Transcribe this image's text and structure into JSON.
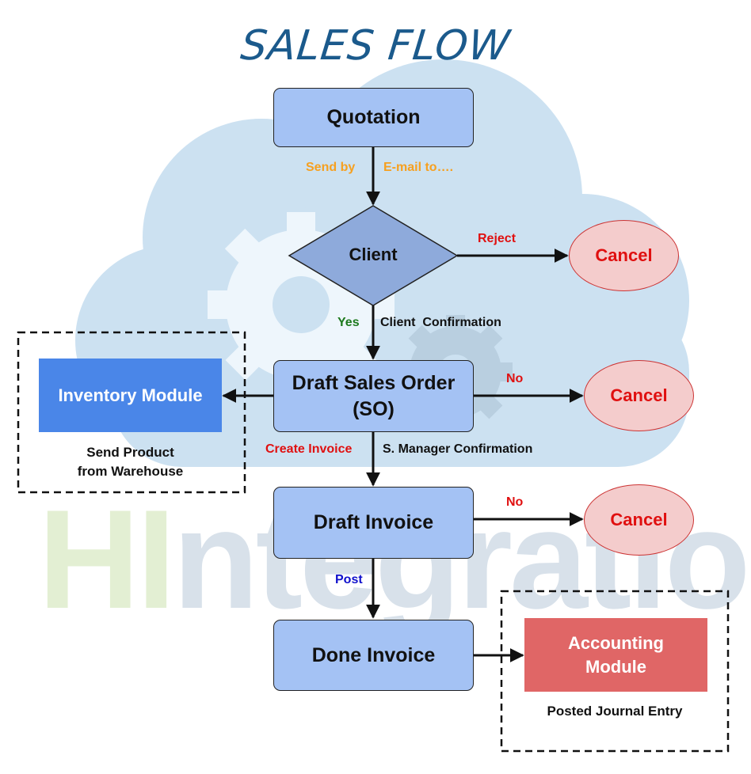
{
  "title": "SALES FLOW",
  "watermark": {
    "part1": "HI",
    "part2": "ntegration"
  },
  "nodes": {
    "quotation": "Quotation",
    "client": "Client",
    "draft_so": "Draft Sales Order (SO)",
    "draft_invoice": "Draft Invoice",
    "done_invoice": "Done Invoice",
    "cancel": "Cancel",
    "inventory_module": "Inventory Module",
    "accounting_module": "Accounting Module"
  },
  "labels": {
    "send_by": "Send by",
    "email_to": "E-mail to….",
    "reject": "Reject",
    "yes": "Yes",
    "client_confirmation": "Client  Confirmation",
    "no": "No",
    "create_invoice": "Create Invoice",
    "manager_confirmation": "S. Manager Confirmation",
    "post": "Post"
  },
  "notes": {
    "send_product": "Send Product",
    "from_warehouse": "from Warehouse",
    "posted_journal_entry": "Posted Journal Entry"
  },
  "colors": {
    "step_fill": "#a4c2f4",
    "cancel_fill": "#f4cccc",
    "cancel_text": "#e01010",
    "inventory_fill": "#4a86e8",
    "accounting_fill": "#e06666",
    "title": "#1b5a8c"
  }
}
